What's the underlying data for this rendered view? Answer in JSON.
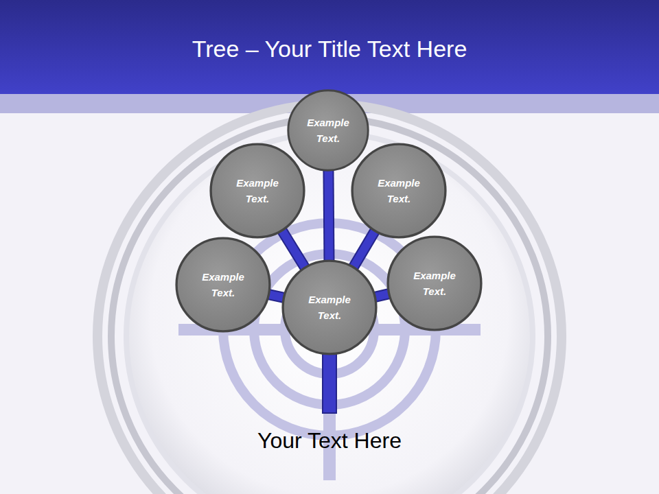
{
  "diagram": {
    "title": "Tree – Your Title Text Here",
    "caption": "Your Text Here",
    "nodes": [
      {
        "text": [
          "Example Text."
        ]
      },
      {
        "text": [
          "Example Text."
        ]
      },
      {
        "text": [
          "Example Text."
        ]
      },
      {
        "text": [
          "Example Text."
        ]
      },
      {
        "text": [
          "Example Text."
        ]
      },
      {
        "text": [
          "Example Text."
        ]
      }
    ],
    "edges": [
      {
        "from": 5,
        "to": 0,
        "arrow": "none"
      },
      {
        "from": 5,
        "to": 1,
        "arrow": "none"
      },
      {
        "from": 5,
        "to": 2,
        "arrow": "none"
      },
      {
        "from": 5,
        "to": 3,
        "arrow": "none"
      },
      {
        "from": 5,
        "to": 4,
        "arrow": "none"
      }
    ]
  }
}
